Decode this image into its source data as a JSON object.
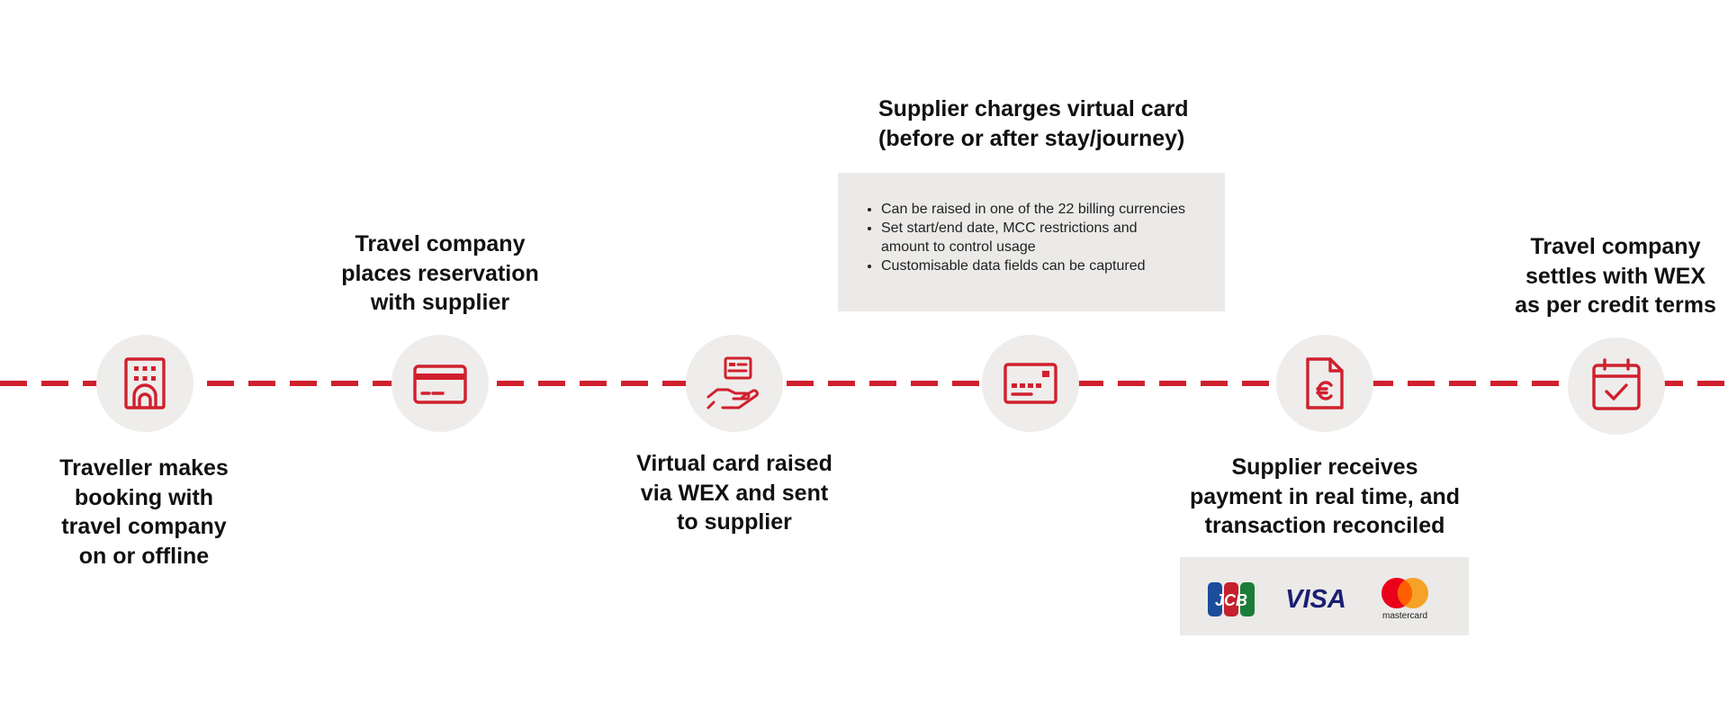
{
  "steps": [
    {
      "icon": "hotel-building-icon",
      "label_lines": [
        "Traveller makes",
        "booking with",
        "travel company",
        "on or offline"
      ]
    },
    {
      "icon": "credit-card-icon",
      "label_lines": [
        "Travel company",
        "places reservation",
        "with supplier"
      ]
    },
    {
      "icon": "hand-card-icon",
      "label_lines": [
        "Virtual card raised",
        "via WEX and sent",
        "to supplier"
      ]
    },
    {
      "icon": "card-reader-icon",
      "label_lines": [
        "Supplier charges virtual card",
        "(before or after stay/journey)"
      ]
    },
    {
      "icon": "euro-invoice-icon",
      "label_lines": [
        "Supplier receives",
        "payment in real time, and",
        "transaction reconciled"
      ]
    },
    {
      "icon": "calendar-check-icon",
      "label_lines": [
        "Travel company",
        "settles with WEX",
        "as per credit terms"
      ]
    }
  ],
  "info_box": {
    "bullets": [
      {
        "lines": [
          "Can be raised in one of the 22 billing currencies"
        ]
      },
      {
        "lines": [
          "Set start/end date, MCC restrictions and",
          "amount to control usage"
        ]
      },
      {
        "lines": [
          "Customisable data fields can be captured"
        ]
      }
    ]
  },
  "payment_logos": {
    "jcb": "JCB",
    "visa": "VISA",
    "mastercard": "mastercard"
  },
  "colors": {
    "accent": "#d0202e",
    "node_bg": "#eeedeb",
    "box_bg": "#ebeae8"
  }
}
